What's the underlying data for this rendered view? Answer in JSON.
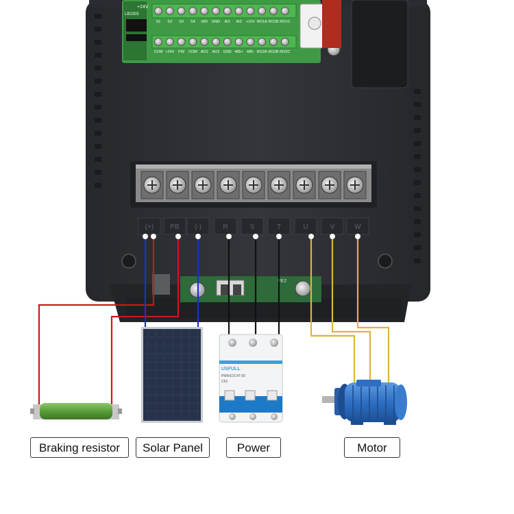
{
  "control_board": {
    "top_labels": [
      "S1",
      "S2",
      "S3",
      "S4",
      "HDI",
      "GND",
      "AI1",
      "AI3",
      "+10V",
      "RO1A",
      "RO1B",
      "RO1C"
    ],
    "bottom_labels": [
      "COM",
      "+24V",
      "PW",
      "COM",
      "AO1",
      "AO2",
      "GND",
      "485+",
      "485-",
      "RO2A",
      "RO2B",
      "RO2C"
    ],
    "small_print": [
      "+24V",
      "LB2305"
    ]
  },
  "terminal_block": {
    "labels": [
      "(+)",
      "PB",
      "(-)",
      "R",
      "S",
      "T",
      "U",
      "V",
      "W"
    ]
  },
  "breaker": {
    "brand": "USFULL",
    "model": "PMW1DC4T-60",
    "rating": "C63"
  },
  "pe_label": "PE2",
  "captions": {
    "braking_resistor": "Braking resistor",
    "solar_panel": "Solar Panel",
    "power": "Power",
    "motor": "Motor"
  },
  "colors": {
    "red_wire": "#d0151b",
    "blue_wire": "#1d2fd0",
    "black_wire": "#111111",
    "yellow_wire": "#e0b43a",
    "housing": "#2c2e33",
    "pcb_green": "#3f9a45",
    "terminal_green": "#4cb84f",
    "motor_blue": "#2e6fc4",
    "resistor_green": "#5a9e3a"
  },
  "icons": [
    "screw-icon",
    "solar-panel-icon",
    "circuit-breaker-icon",
    "motor-icon",
    "resistor-icon"
  ]
}
